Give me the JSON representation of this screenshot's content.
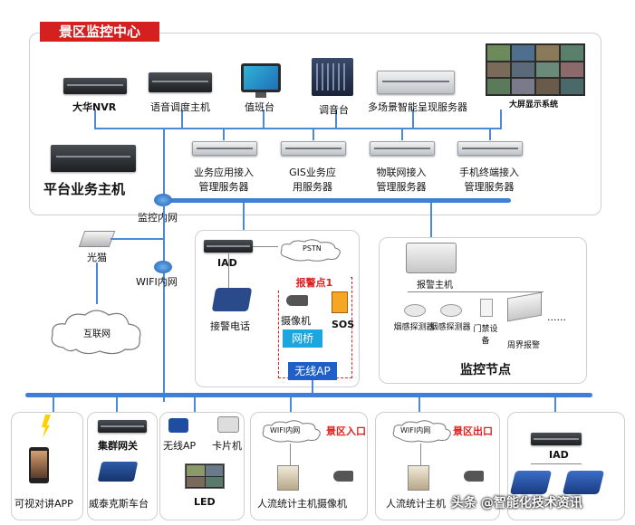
{
  "header": {
    "title": "景区监控中心",
    "color_bg": "#d42020"
  },
  "top_devices": {
    "nvr": "大华NVR",
    "voice": "语音调度主机",
    "duty": "值班台",
    "mixer": "调音台",
    "multi": "多场景智能呈现服务器",
    "bigscreen": "大屏显示系统"
  },
  "platform": "平台业务主机",
  "servers": {
    "s1": [
      "业务应用接入",
      "管理服务器"
    ],
    "s2": [
      "GIS业务应",
      "用服务器"
    ],
    "s3": [
      "物联网接入",
      "管理服务器"
    ],
    "s4": [
      "手机终端接入",
      "管理服务器"
    ]
  },
  "network": {
    "monitor_net": "监控内网",
    "modem": "光猫",
    "wifi_net": "WIFI内网",
    "internet": "互联网"
  },
  "alarm_point": {
    "iad": "IAD",
    "pstn": "PSTN",
    "title": "报警点1",
    "phone": "接警电话",
    "camera": "摄像机",
    "sos": "SOS",
    "bridge": "网桥",
    "ap": "无线AP"
  },
  "monitor_node": {
    "host": "报警主机",
    "smoke1": "烟感探测器",
    "smoke2": "烟感探测器",
    "door": "门禁设备",
    "perimeter": "周界报警",
    "dots": "......",
    "title": "监控节点"
  },
  "bottom": {
    "app": "可视对讲APP",
    "cluster": "集群网关",
    "radio": "威泰克斯车台",
    "wap": "无线AP",
    "card": "卡片机",
    "led": "LED",
    "wifi1": "WIFI内网",
    "entry": "景区入口",
    "counter1": "人流统计主机摄像机",
    "wifi2": "WIFI内网",
    "exit": "景区出口",
    "counter2": "人流统计主机",
    "iad": "IAD"
  },
  "watermark": "头条 @智能化技术资讯"
}
